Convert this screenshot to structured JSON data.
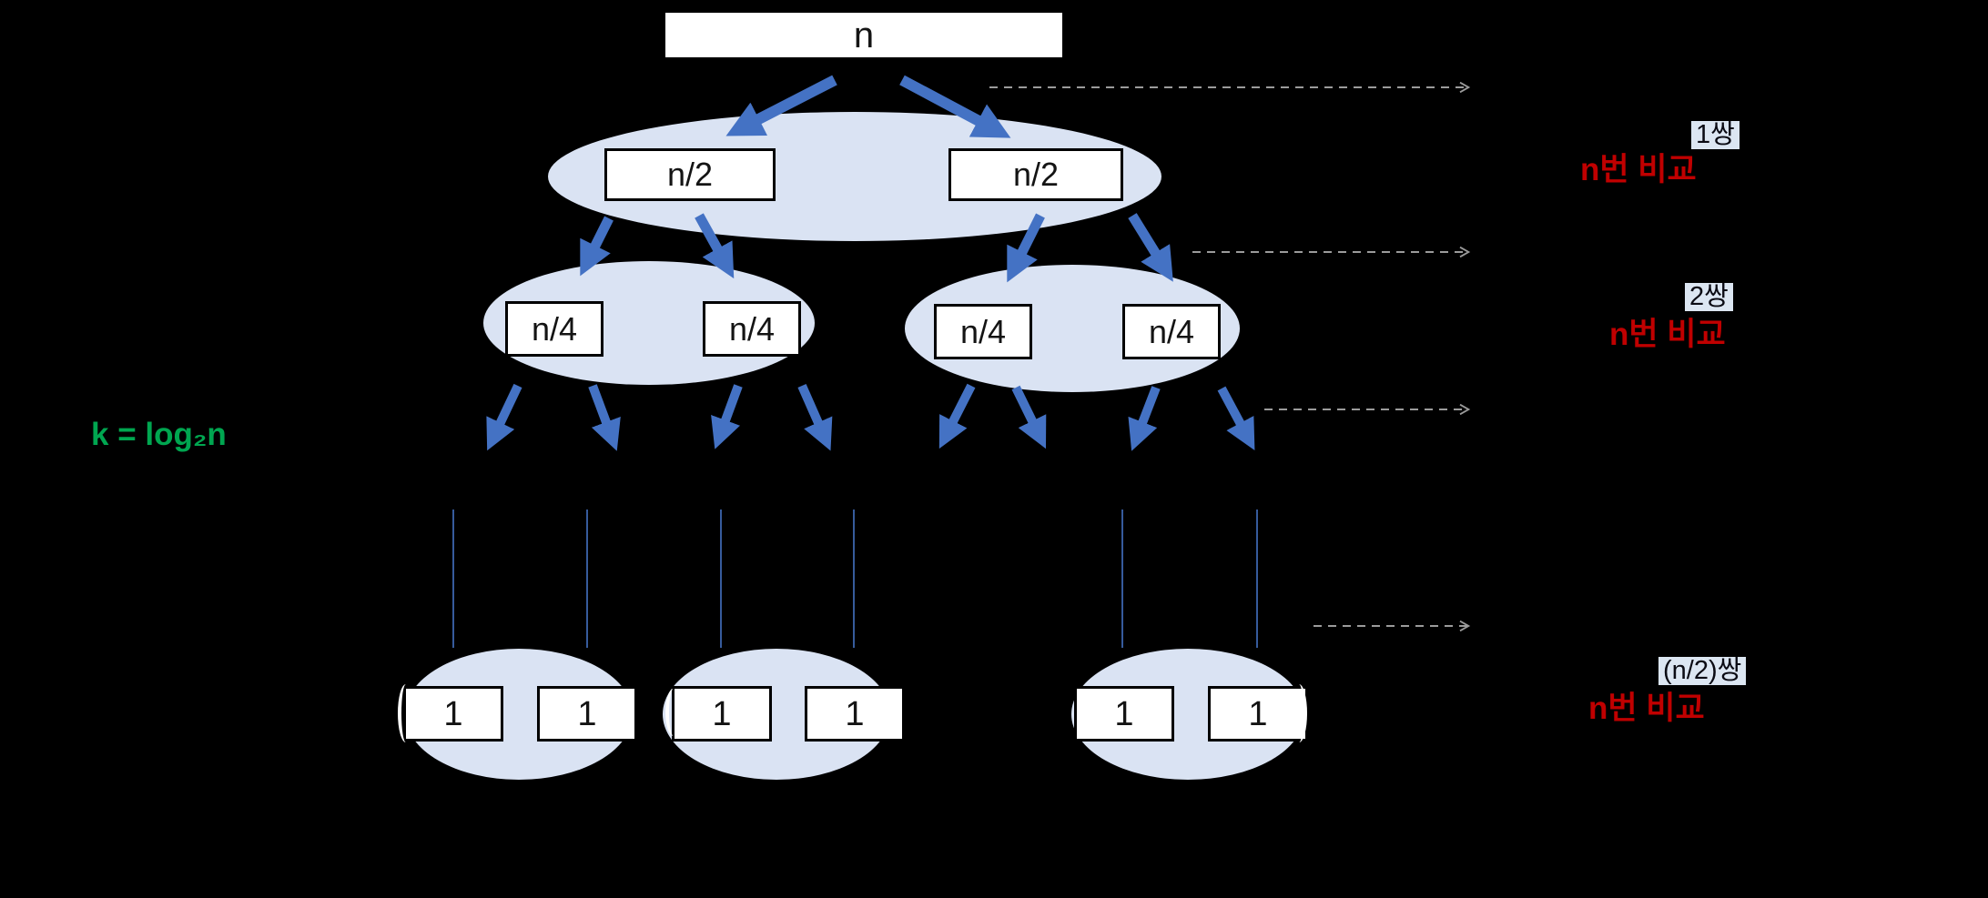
{
  "colors": {
    "background": "#000000",
    "node_fill": "#ffffff",
    "node_border": "#000000",
    "node_text": "#141414",
    "group_ellipse_fill": "#dae3f3",
    "arrow_blue": "#4472c4",
    "dashed_arrow_gray": "#9b9b9b",
    "label_chip_bg": "#dce6f2",
    "label_chip_text": "#0b0b14",
    "comparison_text_red": "#c00000",
    "formula_text_green": "#00a650"
  },
  "tree": {
    "root": "n",
    "level1": [
      "n/2",
      "n/2"
    ],
    "level2": [
      "n/4",
      "n/4",
      "n/4",
      "n/4"
    ],
    "leaves": [
      "1",
      "1",
      "1",
      "1",
      "1",
      "1"
    ]
  },
  "annotations": {
    "formula": "k = log₂n",
    "levels": [
      {
        "pairs": "1쌍",
        "comparisons": "n번 비교"
      },
      {
        "pairs": "2쌍",
        "comparisons": "n번 비교"
      },
      {
        "pairs": "(n/2)쌍",
        "comparisons": "n번 비교"
      }
    ]
  }
}
